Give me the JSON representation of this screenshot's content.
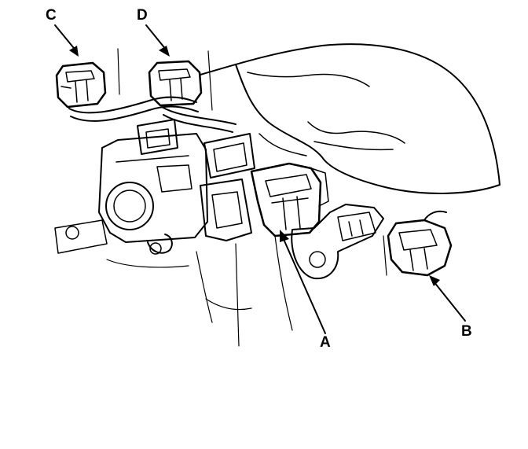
{
  "diagram": {
    "callouts": [
      {
        "id": "A",
        "label": "A"
      },
      {
        "id": "B",
        "label": "B"
      },
      {
        "id": "C",
        "label": "C"
      },
      {
        "id": "D",
        "label": "D"
      }
    ],
    "colors": {
      "line": "#000000",
      "background": "#ffffff"
    }
  }
}
